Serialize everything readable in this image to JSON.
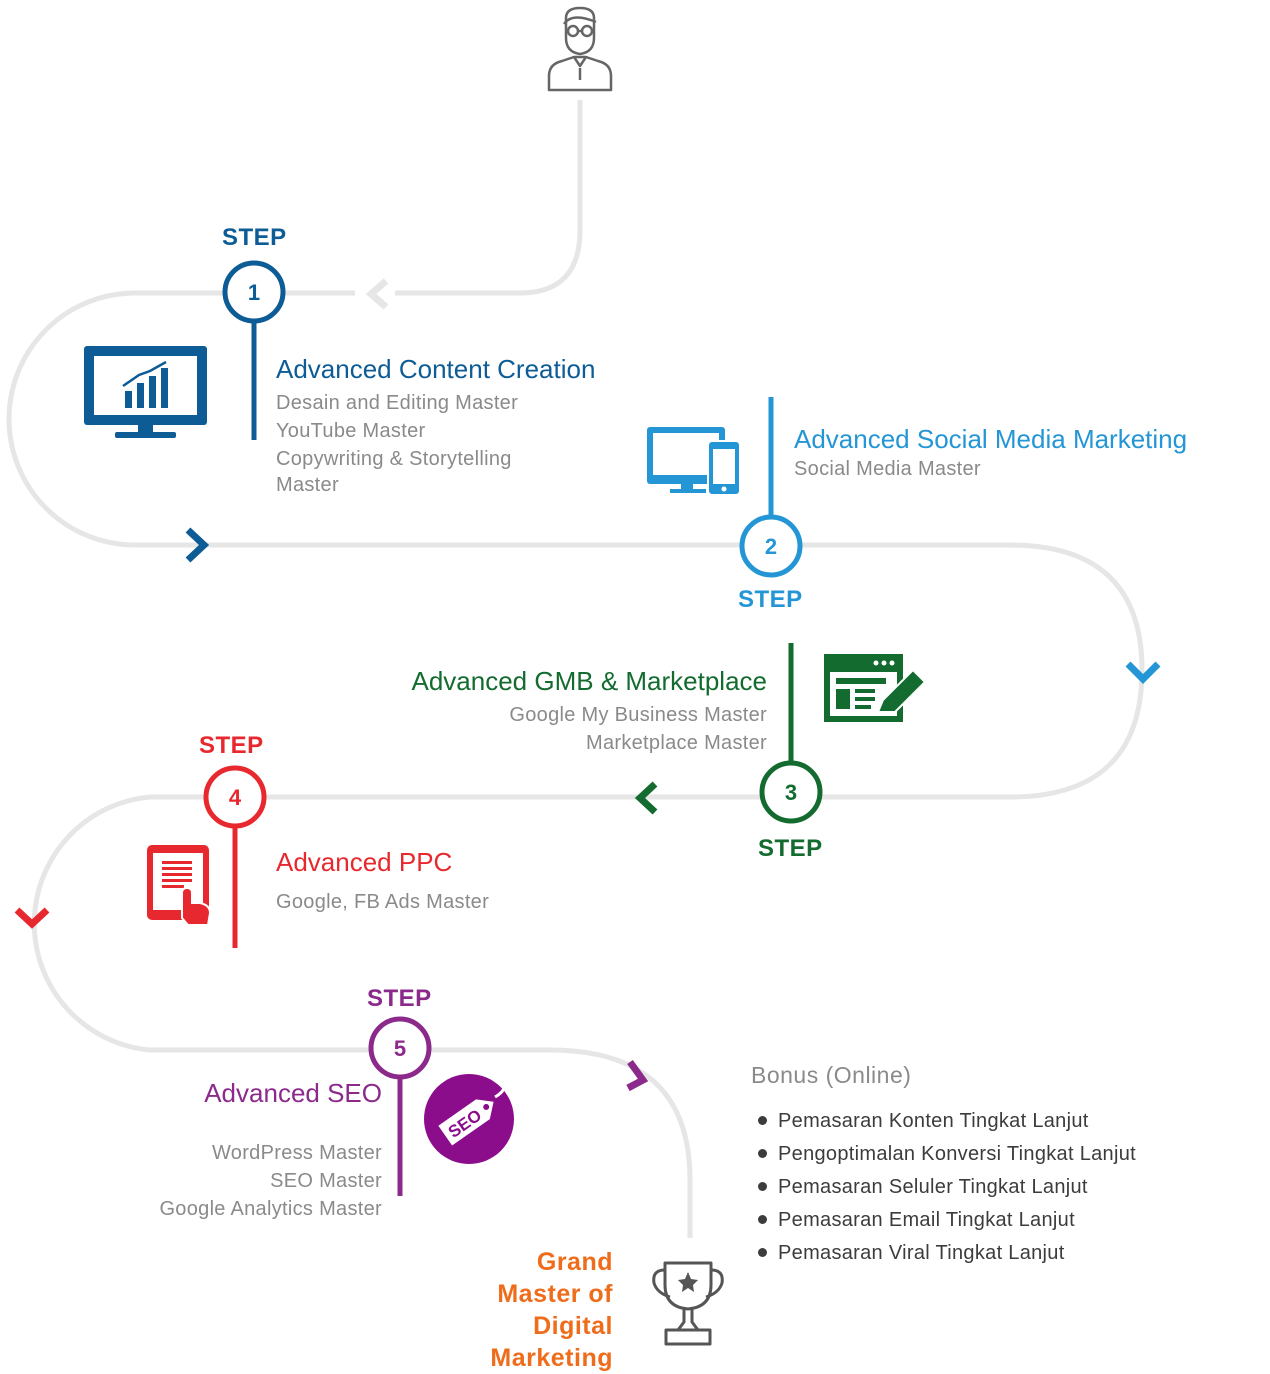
{
  "steps": [
    {
      "label": "STEP",
      "number": "1",
      "color": "#0d5c96",
      "title": "Advanced Content Creation",
      "items": [
        "Desain and Editing Master",
        "YouTube Master",
        "Copywriting & Storytelling",
        "Master"
      ],
      "icon": "monitor-chart-icon"
    },
    {
      "label": "STEP",
      "number": "2",
      "color": "#2496d6",
      "title": "Advanced Social Media Marketing",
      "items": [
        "Social Media Master"
      ],
      "icon": "desktop-phone-icon"
    },
    {
      "label": "STEP",
      "number": "3",
      "color": "#136b2f",
      "title": "Advanced GMB & Marketplace",
      "items": [
        "Google My Business Master",
        "Marketplace Master"
      ],
      "icon": "browser-edit-icon"
    },
    {
      "label": "STEP",
      "number": "4",
      "color": "#e8282f",
      "title": "Advanced PPC",
      "items": [
        "Google, FB Ads Master"
      ],
      "icon": "tablet-touch-icon"
    },
    {
      "label": "STEP",
      "number": "5",
      "color": "#8c2a8c",
      "title": "Advanced SEO",
      "items": [
        "WordPress Master",
        "SEO Master",
        "Google Analytics Master"
      ],
      "icon": "seo-tag-icon",
      "seo_tag_text": "SEO"
    }
  ],
  "bonus": {
    "title": "Bonus (Online)",
    "items": [
      "Pemasaran Konten Tingkat Lanjut",
      "Pengoptimalan Konversi Tingkat Lanjut",
      "Pemasaran Seluler Tingkat Lanjut",
      "Pemasaran Email Tingkat Lanjut",
      "Pemasaran Viral Tingkat Lanjut"
    ]
  },
  "goal": {
    "lines": [
      "Grand",
      "Master of",
      "Digital",
      "Marketing"
    ],
    "color": "#ef6c1b",
    "icon": "trophy-icon"
  },
  "start_icon": "person-avatar-icon",
  "road_color": "#e6e6e6"
}
